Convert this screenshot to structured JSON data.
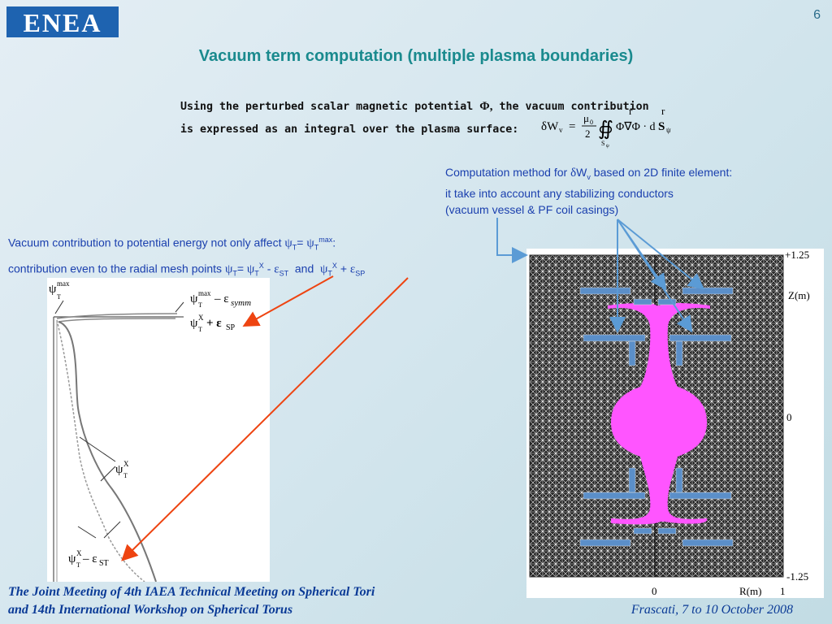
{
  "logo": {
    "text": "ENEA"
  },
  "page_number": "6",
  "title": "Vacuum term computation (multiple plasma boundaries)",
  "intro": {
    "line1_a": "Using the perturbed scalar magnetic potential",
    "phi_symbol": "Φ,",
    "line1_b": "the vacuum contribution",
    "line2": "is expressed as an integral over the plasma surface:"
  },
  "formula": {
    "lhs": "δW",
    "lhs_sub": "v",
    "equals": "=",
    "mu": "μ",
    "mu_sub": "0",
    "two": "2",
    "integral": "∯",
    "surf": "S",
    "surf_sub": "ψ",
    "integrand": "Φ∇Φ · d",
    "vecS": "S",
    "vecS_sub": "ψ",
    "r1": "r",
    "r2": "r"
  },
  "method": {
    "line1_a": "Computation method for",
    "delta": "δ",
    "W": "W",
    "W_sub": "v",
    "line1_b": "based on 2D finite element:",
    "line2": "it take into account any stabilizing conductors",
    "line3": "(vacuum vessel & PF coil casings)"
  },
  "vacuum": {
    "line1_a": "Vacuum contribution to potential energy not only affect",
    "psi": "ψ",
    "T": "T",
    "eq": "=",
    "max": "max",
    "colon": ":",
    "line2_a": "contribution even to the radial mesh points",
    "X": "X",
    "minus": "-",
    "plus": "+",
    "eps": "ε",
    "ST": "ST",
    "SP": "SP",
    "and": "and"
  },
  "left_figure": {
    "psi": "ψ",
    "T": "T",
    "max": "max",
    "X": "X",
    "minus_eps": "– ε",
    "plus_eps": "+ ε",
    "symm": "symm",
    "SP": "SP",
    "ST": "ST"
  },
  "right_figure": {
    "tick_top": "+1.25",
    "tick_mid": "0",
    "tick_bottom": "-1.25",
    "ylabel": "Z(m)",
    "xtick_0": "0",
    "xlabel": "R(m)",
    "xtick_1": "1"
  },
  "footer": {
    "line1": "The Joint Meeting of 4th IAEA Technical Meeting on Spherical Tori",
    "line2": "and 14th International Workshop on Spherical Torus",
    "right": "Frascati, 7 to 10 October 2008"
  },
  "colors": {
    "title": "#1a8a8e",
    "blue_text": "#1a3fae",
    "footer": "#0a3a96",
    "plasma": "#ff55ff",
    "conductor": "#5b8fc9",
    "arrow_red": "#ee4411",
    "arrow_blue": "#5b9bd5"
  }
}
